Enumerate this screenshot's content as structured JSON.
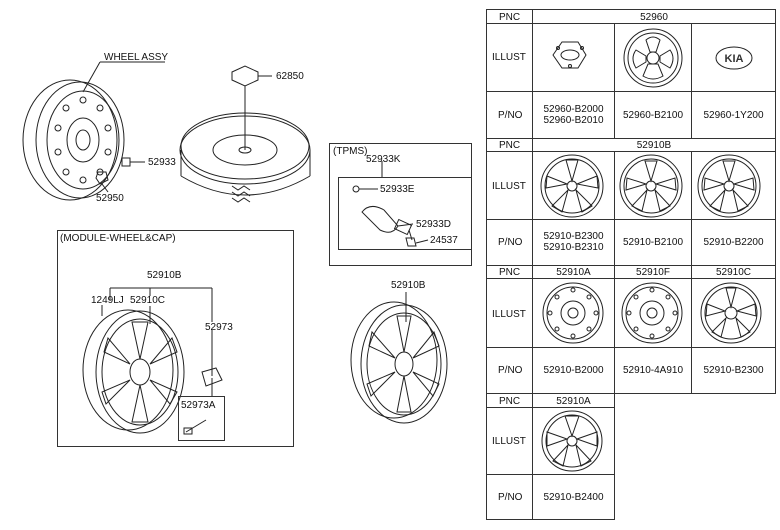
{
  "left": {
    "wheel_assy_label": "WHEEL ASSY",
    "part_62850": "62850",
    "part_52933": "52933",
    "part_52950": "52950",
    "tpms": {
      "title": "(TPMS)",
      "kit": "52933K",
      "p1": "52933E",
      "p2": "52933D",
      "p3": "24537"
    },
    "module": {
      "title": "(MODULE-WHEEL&CAP)",
      "p_52910b": "52910B",
      "p_1249lj": "1249LJ",
      "p_52910c": "52910C",
      "p_52973": "52973",
      "p_52973a": "52973A"
    },
    "alloy_label": "52910B"
  },
  "table": {
    "pnc_label": "PNC",
    "illust_label": "ILLUST",
    "pno_label": "P/NO",
    "s1": {
      "pnc": "52960",
      "pnos": [
        "52960-B2000\n52960-B2010",
        "52960-B2100",
        "52960-1Y200"
      ],
      "icons": [
        "hubcap-small-icon",
        "wheel-cover-icon",
        "kia-emblem-icon"
      ],
      "emblem_text": "KIA"
    },
    "s2": {
      "pnc": "52910B",
      "pnos": [
        "52910-B2300\n52910-B2310",
        "52910-B2100",
        "52910-B2200"
      ],
      "icons": [
        "alloy-wheel-icon",
        "alloy-wheel-icon",
        "alloy-wheel-icon"
      ]
    },
    "s3": {
      "pncs": [
        "52910A",
        "52910F",
        "52910C"
      ],
      "pnos": [
        "52910-B2000",
        "52910-4A910",
        "52910-B2300"
      ],
      "icons": [
        "steel-wheel-icon",
        "steel-wheel-icon",
        "alloy-wheel-icon"
      ]
    },
    "s4": {
      "pnc": "52910A",
      "pnos": [
        "52910-B2400"
      ],
      "icons": [
        "alloy-wheel-icon"
      ]
    }
  }
}
